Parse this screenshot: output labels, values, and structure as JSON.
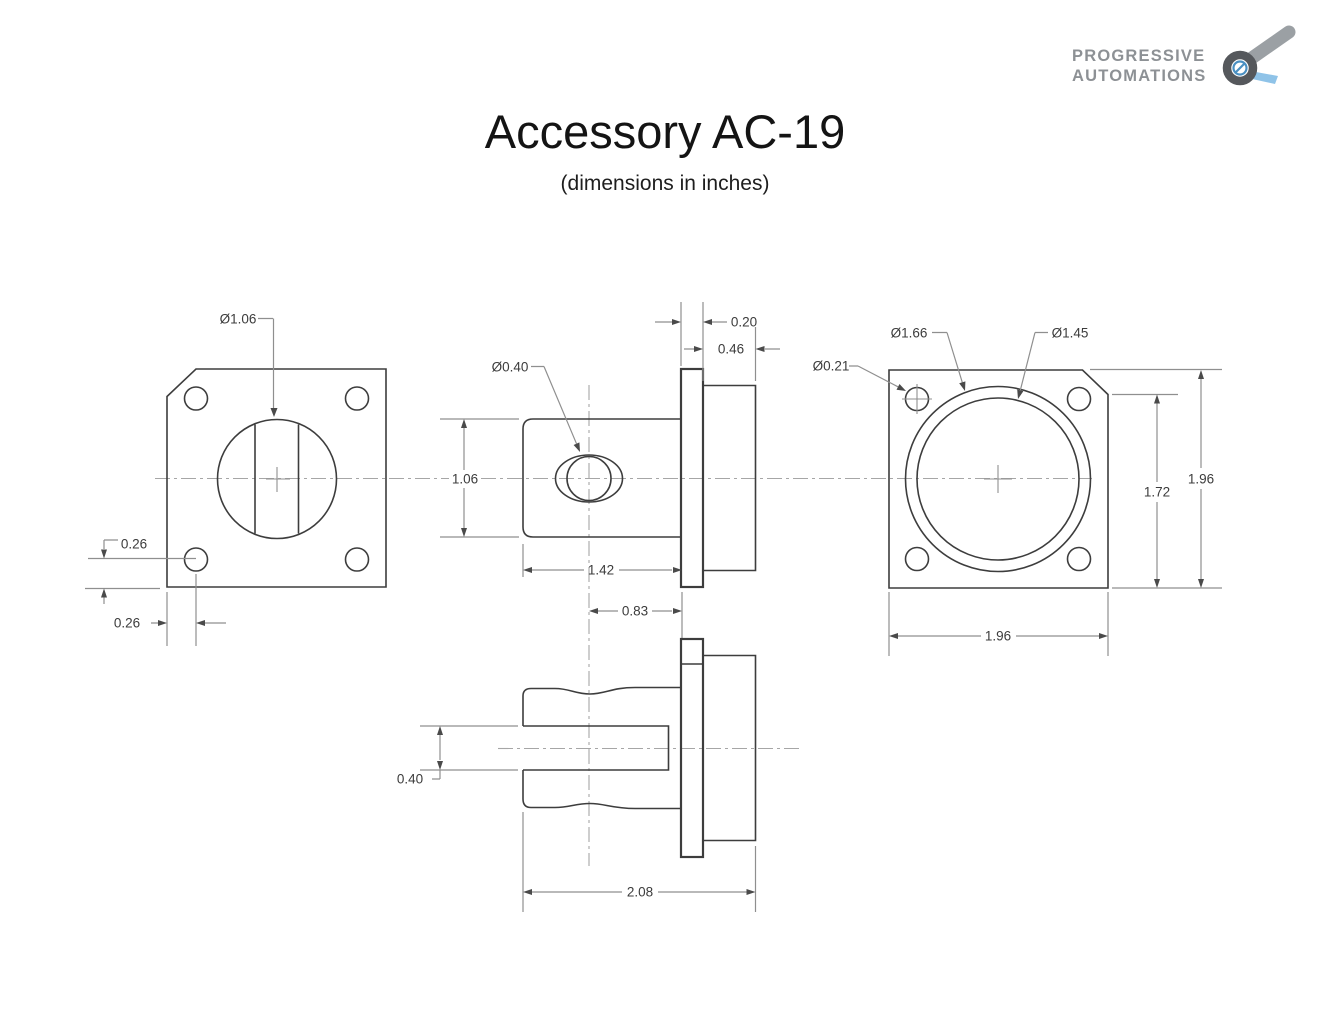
{
  "page": {
    "title": "Accessory AC-19",
    "subtitle": "(dimensions in inches)"
  },
  "logo": {
    "line1": "PROGRESSIVE",
    "line2": "AUTOMATIONS",
    "text_gray": "#8d9195",
    "icon_dark_gray": "#55585c",
    "icon_light_gray": "#9ba0a4",
    "icon_blue": "#8fc3e8"
  },
  "drawing": {
    "front_view": {
      "bore_dia": "Ø1.06",
      "hole_offset_vertical": "0.26",
      "hole_offset_horizontal": "0.26"
    },
    "side_view": {
      "pin_hole_dia": "Ø0.40",
      "flange_thickness": "0.20",
      "boss_length": "0.46",
      "clevis_height": "1.06",
      "clevis_length": "1.42",
      "hole_to_flange": "0.83"
    },
    "rear_view": {
      "mount_hole_dia": "Ø0.21",
      "boss_dia": "Ø1.66",
      "bore_dia": "Ø1.45",
      "chamfer_to_bottom": "1.72",
      "flange_height": "1.96",
      "flange_width": "1.96"
    },
    "bottom_view": {
      "slot_width": "0.40",
      "overall_length": "2.08"
    }
  }
}
